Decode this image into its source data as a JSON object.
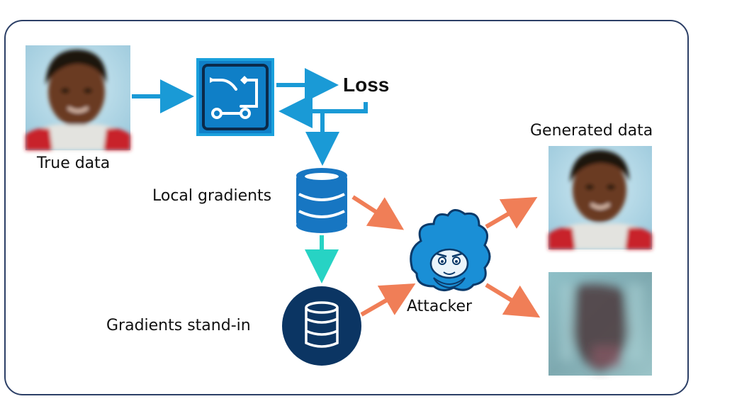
{
  "diagram": {
    "labels": {
      "true_data": "True data",
      "loss": "Loss",
      "local_gradients": "Local gradients",
      "gradients_stand_in": "Gradients stand-in",
      "attacker": "Attacker",
      "generated_data": "Generated data"
    },
    "colors": {
      "frame": "#2c3f66",
      "flow_arrow": "#1a9ad6",
      "standin_arrow": "#27d3c4",
      "attack_arrow": "#f07e57",
      "model_box": "#0f7fc7",
      "db_icon": "#1776c2",
      "standin_circle": "#0b3563"
    },
    "icons": {
      "model": "model-flow-icon",
      "local_gradients": "database-icon",
      "stand_in": "database-circle-icon",
      "attacker": "attacker-mascot-icon"
    }
  }
}
